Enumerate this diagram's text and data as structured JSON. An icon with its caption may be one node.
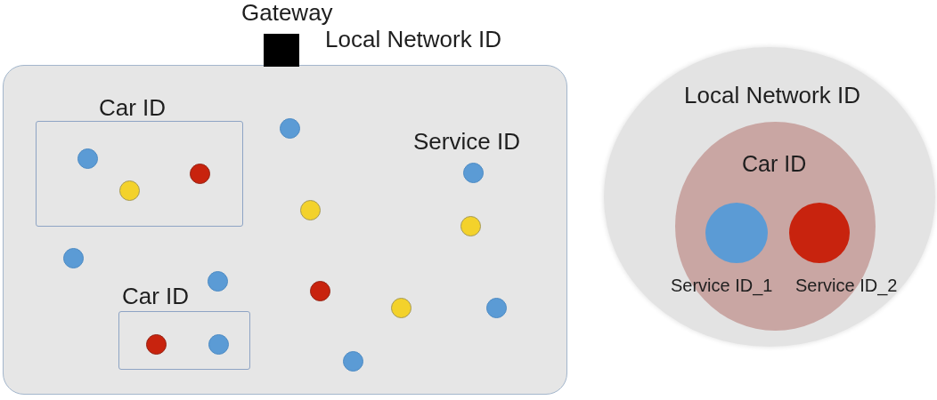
{
  "diagram": {
    "nodes": [
      {
        "text": [
          "Gateway"
        ]
      },
      {
        "text": [
          "Local Network ID"
        ]
      },
      {
        "text": [
          "Car ID"
        ],
        "in": 1
      },
      {
        "text": [],
        "shape": "circle",
        "in": 2
      },
      {
        "text": [],
        "shape": "circle",
        "in": 2
      },
      {
        "text": [],
        "shape": "circle",
        "in": 2
      },
      {
        "text": [
          "Car ID"
        ],
        "in": 1
      },
      {
        "text": [],
        "shape": "circle",
        "in": 6
      },
      {
        "text": [],
        "shape": "circle",
        "in": 6
      },
      {
        "text": [],
        "shape": "circle",
        "in": 1
      },
      {
        "text": [],
        "shape": "circle",
        "in": 1
      },
      {
        "text": [],
        "shape": "circle",
        "in": 1
      },
      {
        "text": [],
        "shape": "circle",
        "in": 1
      },
      {
        "text": [],
        "shape": "circle",
        "in": 1
      },
      {
        "text": [],
        "shape": "circle",
        "in": 1
      },
      {
        "text": [],
        "shape": "circle",
        "in": 1
      },
      {
        "text": [],
        "shape": "circle",
        "in": 1
      },
      {
        "text": [],
        "shape": "circle",
        "in": 1
      },
      {
        "text": [],
        "shape": "circle",
        "in": 1
      },
      {
        "text": [
          "Local Network ID"
        ]
      },
      {
        "text": [
          "Car ID"
        ],
        "in": 19
      },
      {
        "text": [
          "Service ID_1"
        ],
        "in": 20
      },
      {
        "text": [
          "Service ID_2"
        ],
        "in": 20
      }
    ],
    "labels": [
      "Service ID"
    ]
  }
}
